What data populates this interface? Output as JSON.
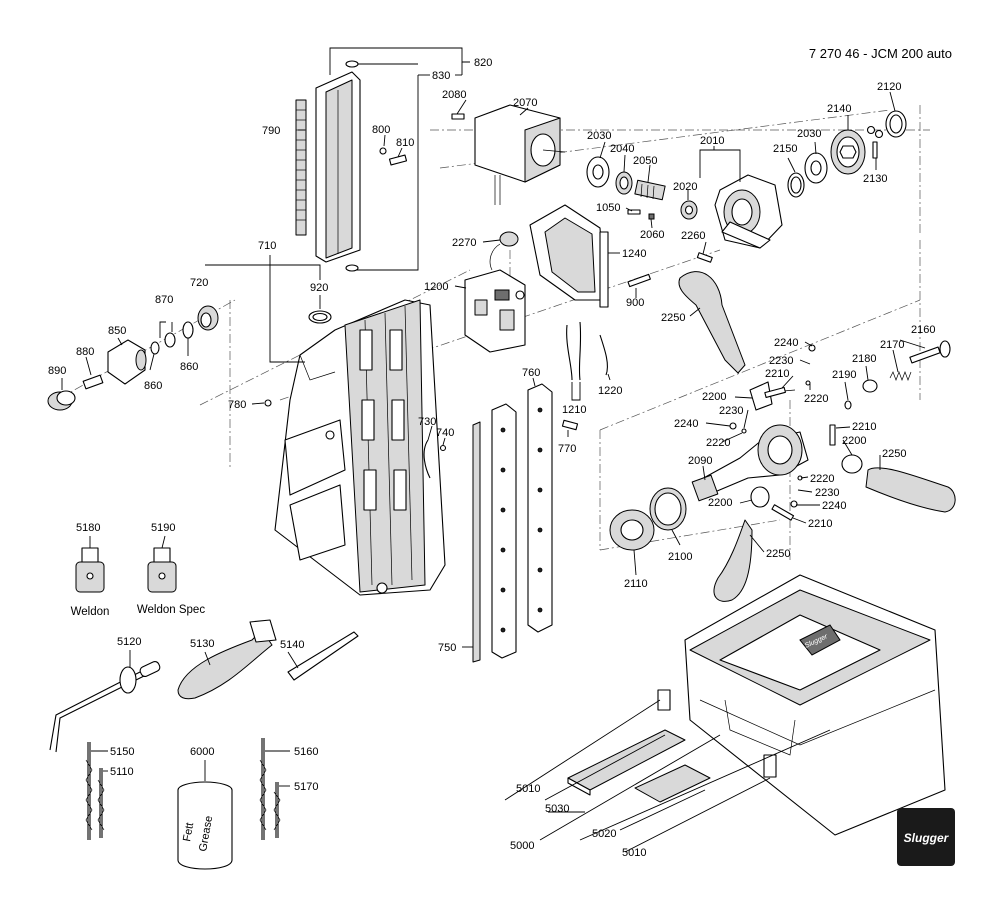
{
  "document_id": "7 270 46 - JCM 200 auto",
  "brand": "Slugger",
  "colors": {
    "line": "#000000",
    "shade": "#d9d9d9",
    "dark": "#6e6e6e",
    "logo_bg": "#1a1a1a",
    "logo_text": "#ffffff"
  },
  "captions": {
    "weldon": "Weldon",
    "weldon_spec": "Weldon Spec",
    "grease_can_line1": "Fett",
    "grease_can_line2": "Grease",
    "case_logo": "Slugger"
  },
  "part_numbers": {
    "p820": "820",
    "p830": "830",
    "p790": "790",
    "p800": "800",
    "p810": "810",
    "p710": "710",
    "p720": "720",
    "p920": "920",
    "p870": "870",
    "p850": "850",
    "p880": "880",
    "p890": "890",
    "p860a": "860",
    "p860b": "860",
    "p780": "780",
    "p730": "730",
    "p740": "740",
    "p760": "760",
    "p770": "770",
    "p750": "750",
    "p2080": "2080",
    "p2070": "2070",
    "p2030a": "2030",
    "p2040": "2040",
    "p2050": "2050",
    "p1050": "1050",
    "p2060": "2060",
    "p2020": "2020",
    "p2010": "2010",
    "p2030b": "2030",
    "p2140": "2140",
    "p2120": "2120",
    "p2150": "2150",
    "p2130": "2130",
    "p2270": "2270",
    "p1240": "1240",
    "p1200": "1200",
    "p900": "900",
    "p2260": "2260",
    "p2250a": "2250",
    "p1210": "1210",
    "p1220": "1220",
    "p2240a": "2240",
    "p2230a": "2230",
    "p2210a": "2210",
    "p2160": "2160",
    "p2170": "2170",
    "p2180": "2180",
    "p2190": "2190",
    "p2220a": "2220",
    "p2200a": "2200",
    "p2230b": "2230",
    "p2240b": "2240",
    "p2220b": "2220",
    "p2210b": "2210",
    "p2200b": "2200",
    "p2250b": "2250",
    "p2090": "2090",
    "p2220c": "2220",
    "p2230c": "2230",
    "p2200c": "2200",
    "p2240c": "2240",
    "p2210c": "2210",
    "p2110": "2110",
    "p2100": "2100",
    "p2250c": "2250",
    "p5180": "5180",
    "p5190": "5190",
    "p5120": "5120",
    "p5130": "5130",
    "p5140": "5140",
    "p5150": "5150",
    "p5110": "5110",
    "p6000": "6000",
    "p5160": "5160",
    "p5170": "5170",
    "p5010a": "5010",
    "p5030": "5030",
    "p5000": "5000",
    "p5020": "5020",
    "p5010b": "5010"
  }
}
